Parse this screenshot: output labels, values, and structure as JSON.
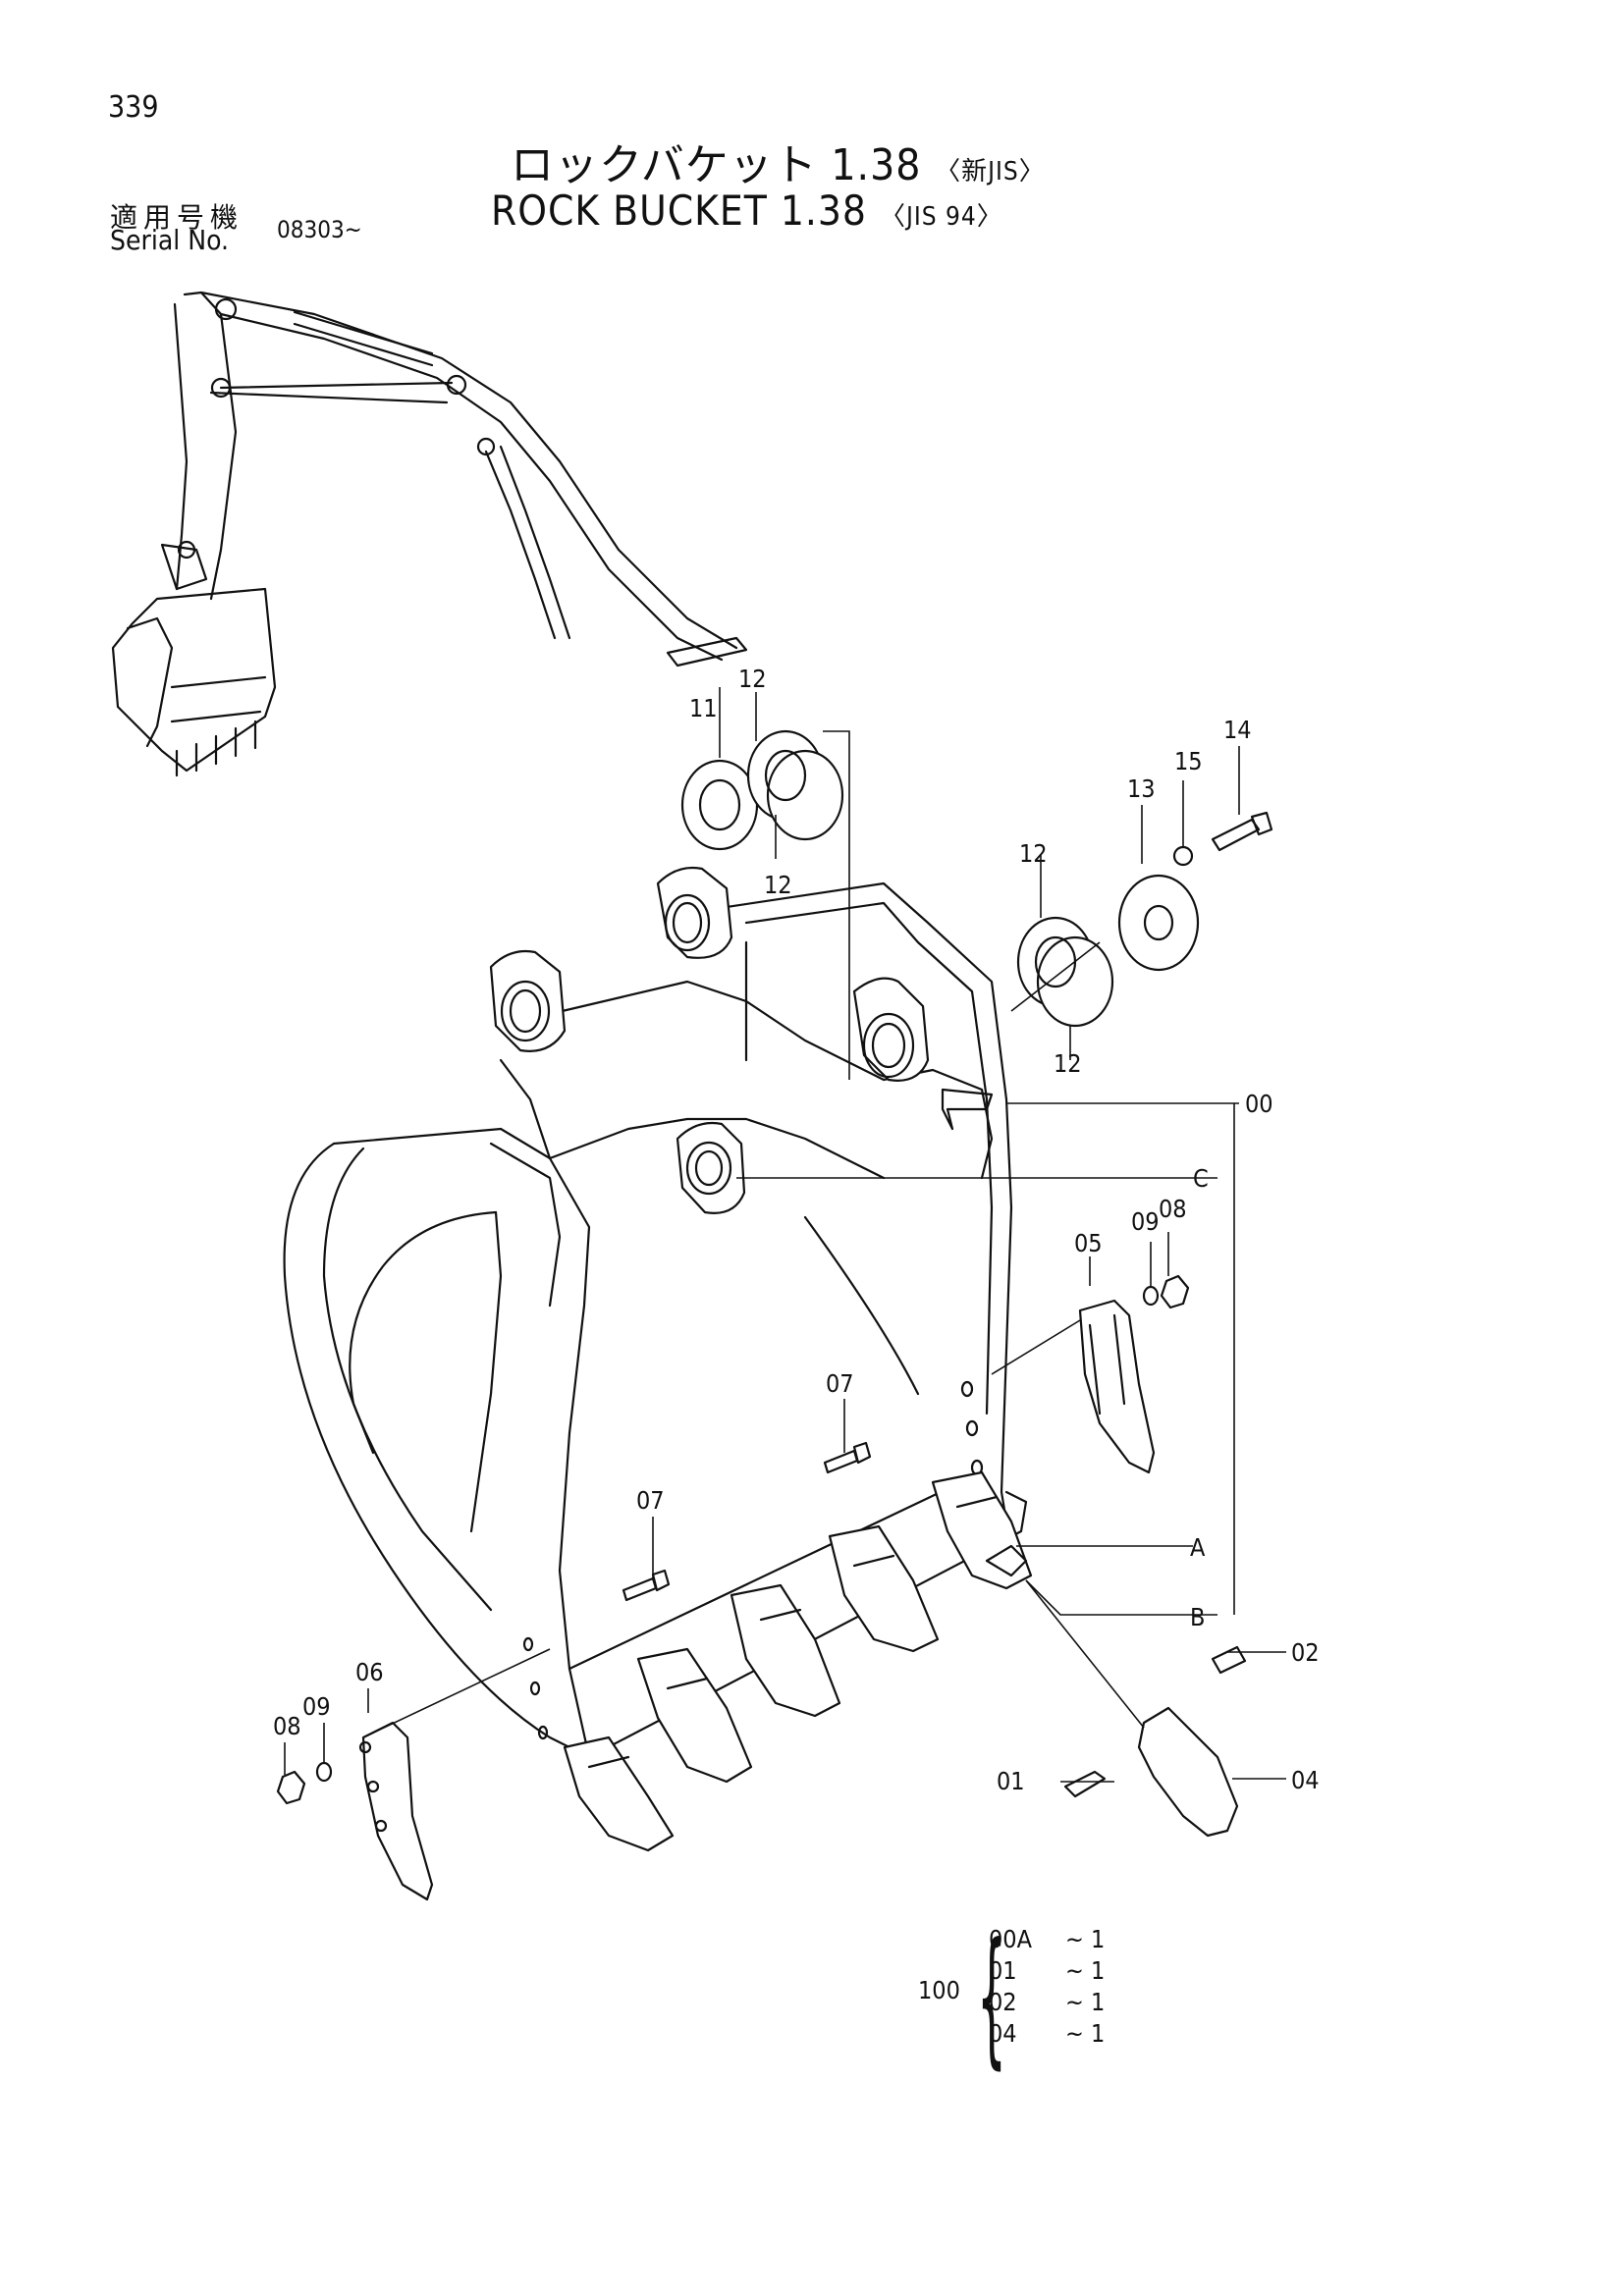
{
  "page": {
    "number": "339",
    "title_jp": "ロックバケット 1.38",
    "title_jp_std": "〈新JIS〉",
    "title_en": "ROCK  BUCKET  1.38",
    "title_en_std": "〈JIS 94〉",
    "serial_label_jp": "適用号機",
    "serial_label_en": "Serial No.",
    "serial_value": "08303~"
  },
  "callouts": {
    "c00": "00",
    "c01": "01",
    "c02": "02",
    "c04": "04",
    "c05": "05",
    "c06": "06",
    "c07": "07",
    "c08": "08",
    "c09": "09",
    "c11": "11",
    "c12": "12",
    "c13": "13",
    "c14": "14",
    "c15": "15",
    "cA": "A",
    "cB": "B",
    "cC": "C"
  },
  "kit": {
    "number": "100",
    "items": [
      {
        "code": "00A",
        "qty": "~  1"
      },
      {
        "code": "01",
        "qty": "~  1"
      },
      {
        "code": "02",
        "qty": "~  1"
      },
      {
        "code": "04",
        "qty": "~  1"
      }
    ]
  }
}
